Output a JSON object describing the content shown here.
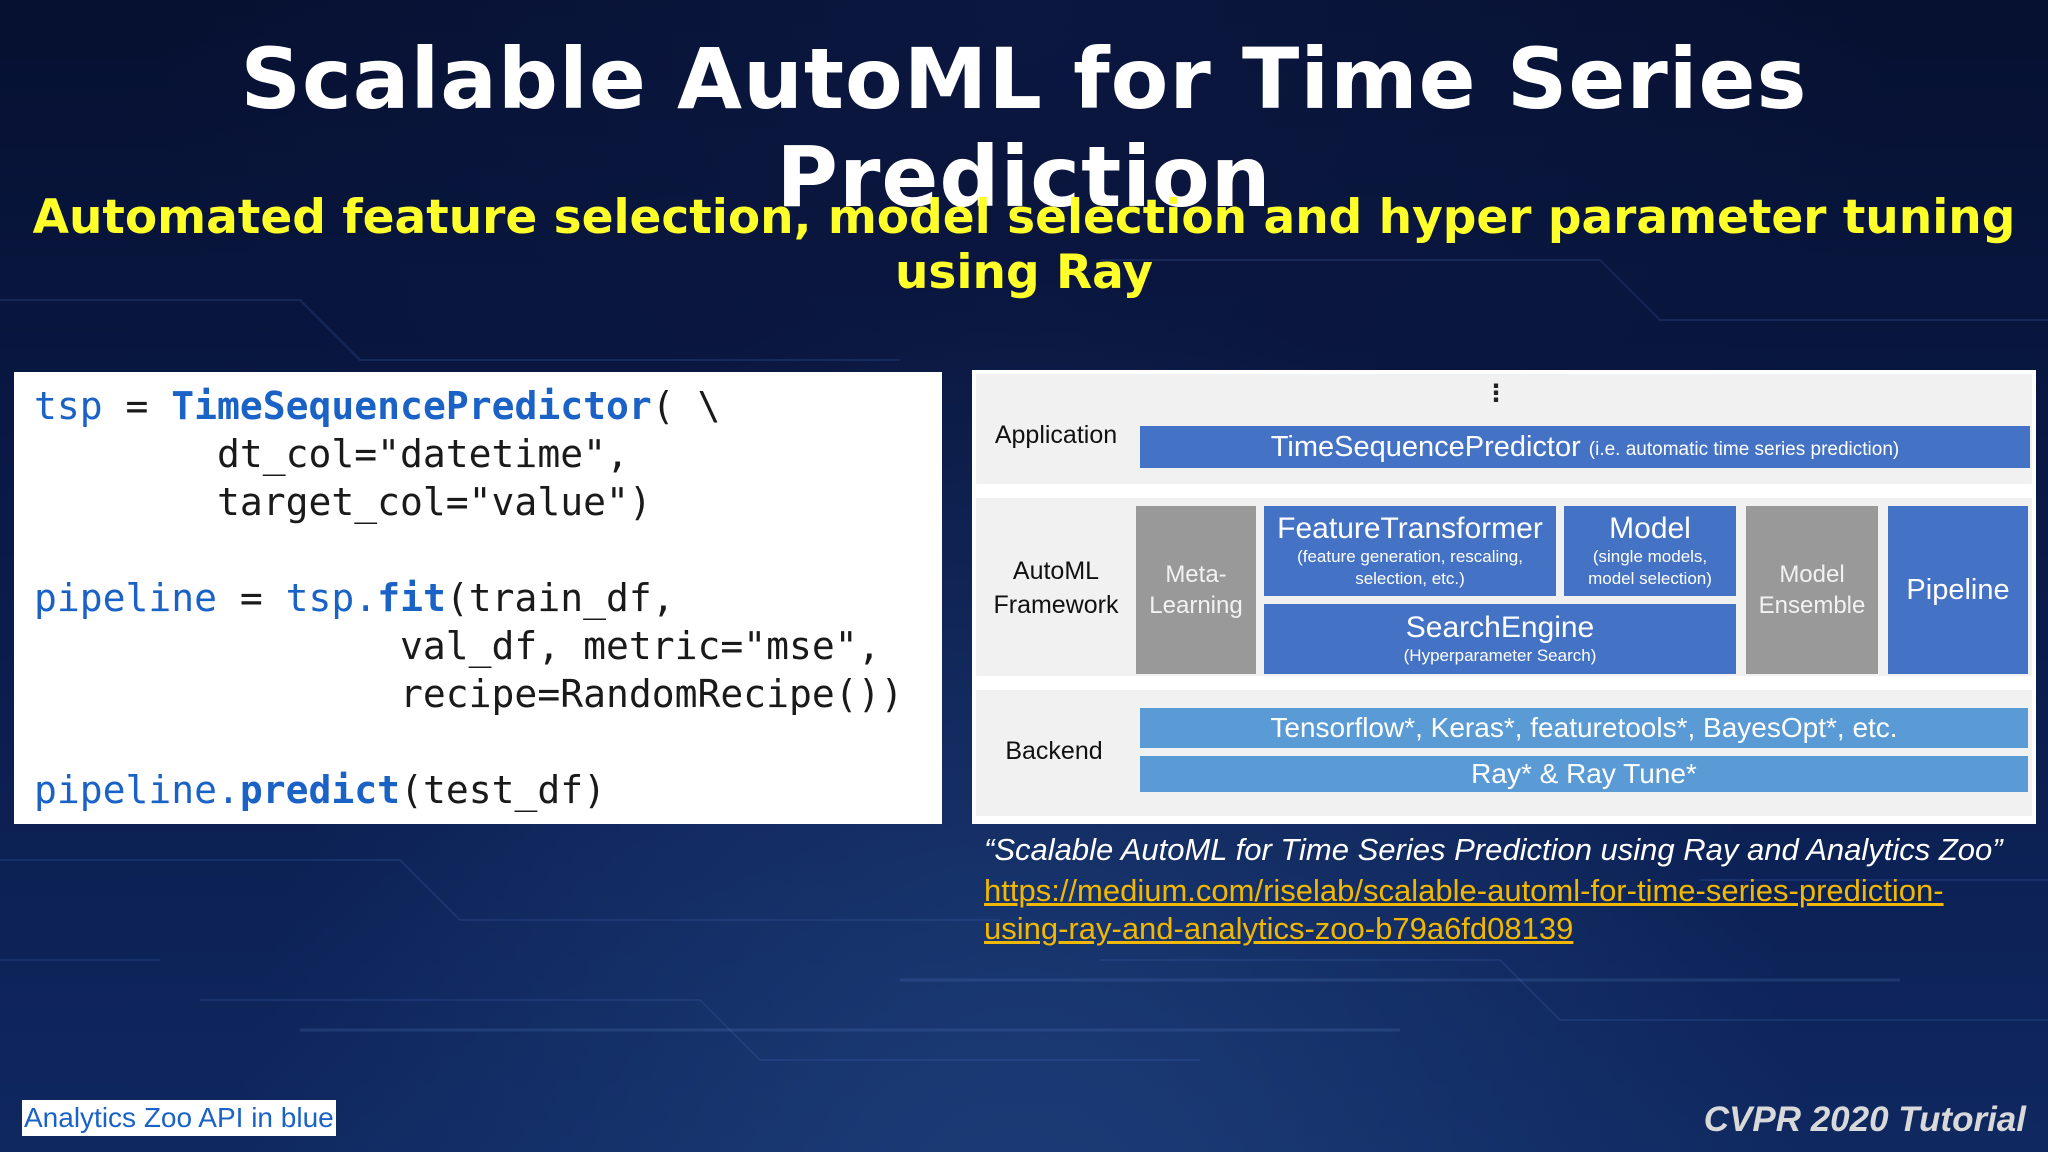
{
  "slide": {
    "title": "Scalable AutoML for Time Series Prediction",
    "subtitle": "Automated feature selection, model selection and hyper parameter tuning using Ray"
  },
  "code": {
    "l1": {
      "a": "tsp",
      "b": " = ",
      "c": "TimeSequencePredictor",
      "d": "( \\"
    },
    "l2": "        dt_col=\"datetime\",",
    "l3": "        target_col=\"value\")",
    "l5": {
      "a": "pipeline",
      "b": " = ",
      "c": "tsp.",
      "d": "fit",
      "e": "(train_df,"
    },
    "l6": "                val_df, metric=\"mse\",",
    "l7": "                recipe=RandomRecipe())",
    "l9": {
      "a": "pipeline.",
      "b": "predict",
      "c": "(test_df)"
    }
  },
  "diagram": {
    "dots": "⋮",
    "application": {
      "label": "Application",
      "box_main": "TimeSequencePredictor",
      "box_note": "(i.e. automatic time series prediction)"
    },
    "automl": {
      "label_line1": "AutoML",
      "label_line2": "Framework",
      "meta_line1": "Meta-",
      "meta_line2": "Learning",
      "ft_title": "FeatureTransformer",
      "ft_note1": "(feature generation, rescaling,",
      "ft_note2": "selection, etc.)",
      "model_title": "Model",
      "model_note1": "(single models,",
      "model_note2": "model selection)",
      "search_title": "SearchEngine",
      "search_note": "(Hyperparameter Search)",
      "ensemble_line1": "Model",
      "ensemble_line2": "Ensemble",
      "pipeline": "Pipeline"
    },
    "backend": {
      "label": "Backend",
      "libs": "Tensorflow*, Keras*, featuretools*, BayesOpt*, etc.",
      "ray": "Ray* & Ray Tune*"
    },
    "colors": {
      "dark_blue": "#4472c4",
      "light_blue": "#5b9bd5",
      "gray": "#999999"
    }
  },
  "citation": {
    "quote": "“Scalable AutoML for Time Series Prediction using Ray and Analytics Zoo”",
    "url_line1": "https://medium.com/riselab/scalable-automl-for-time-series-prediction-",
    "url_line2": "using-ray-and-analytics-zoo-b79a6fd08139"
  },
  "footer": {
    "api_note": "Analytics Zoo API in blue",
    "tutorial": "CVPR 2020 Tutorial"
  }
}
